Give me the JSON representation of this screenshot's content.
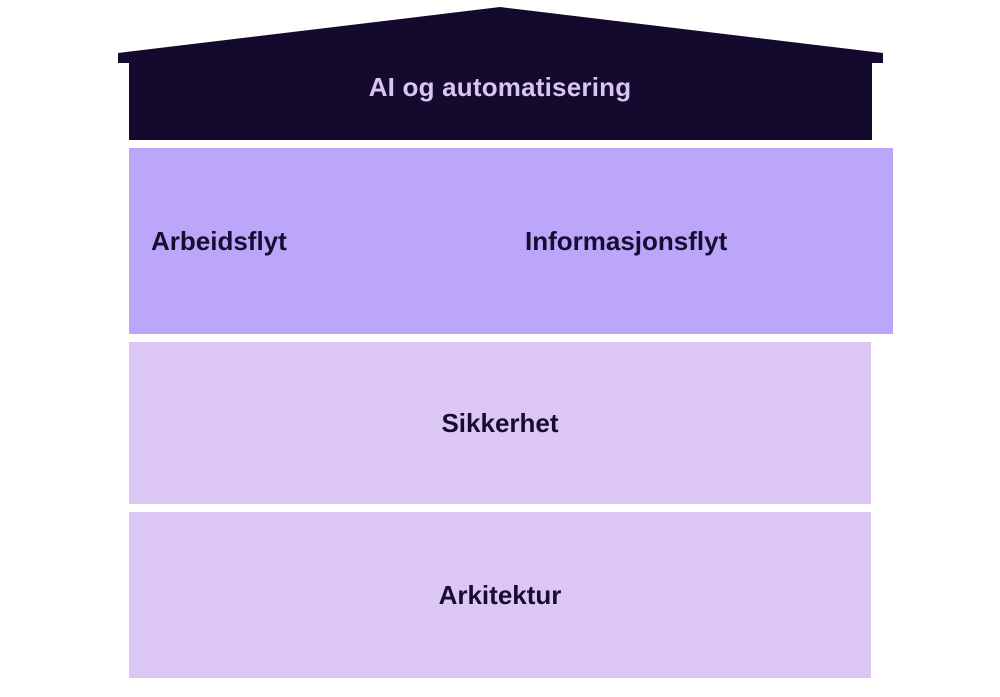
{
  "colors": {
    "background": "#ffffff",
    "roof_fill": "#140a2e",
    "roof_label_text": "#d9c5f2",
    "room_purple": "#bca6fa",
    "room_lavender": "#dcc7f4",
    "room_label_text": "#170d33"
  },
  "diagram": {
    "roof": {
      "label": "AI og automatisering"
    },
    "rooms": [
      {
        "label": "Arbeidsflyt"
      },
      {
        "label": "Informasjonsflyt"
      },
      {
        "label": "Sikkerhet"
      },
      {
        "label": "Arkitektur"
      }
    ]
  }
}
